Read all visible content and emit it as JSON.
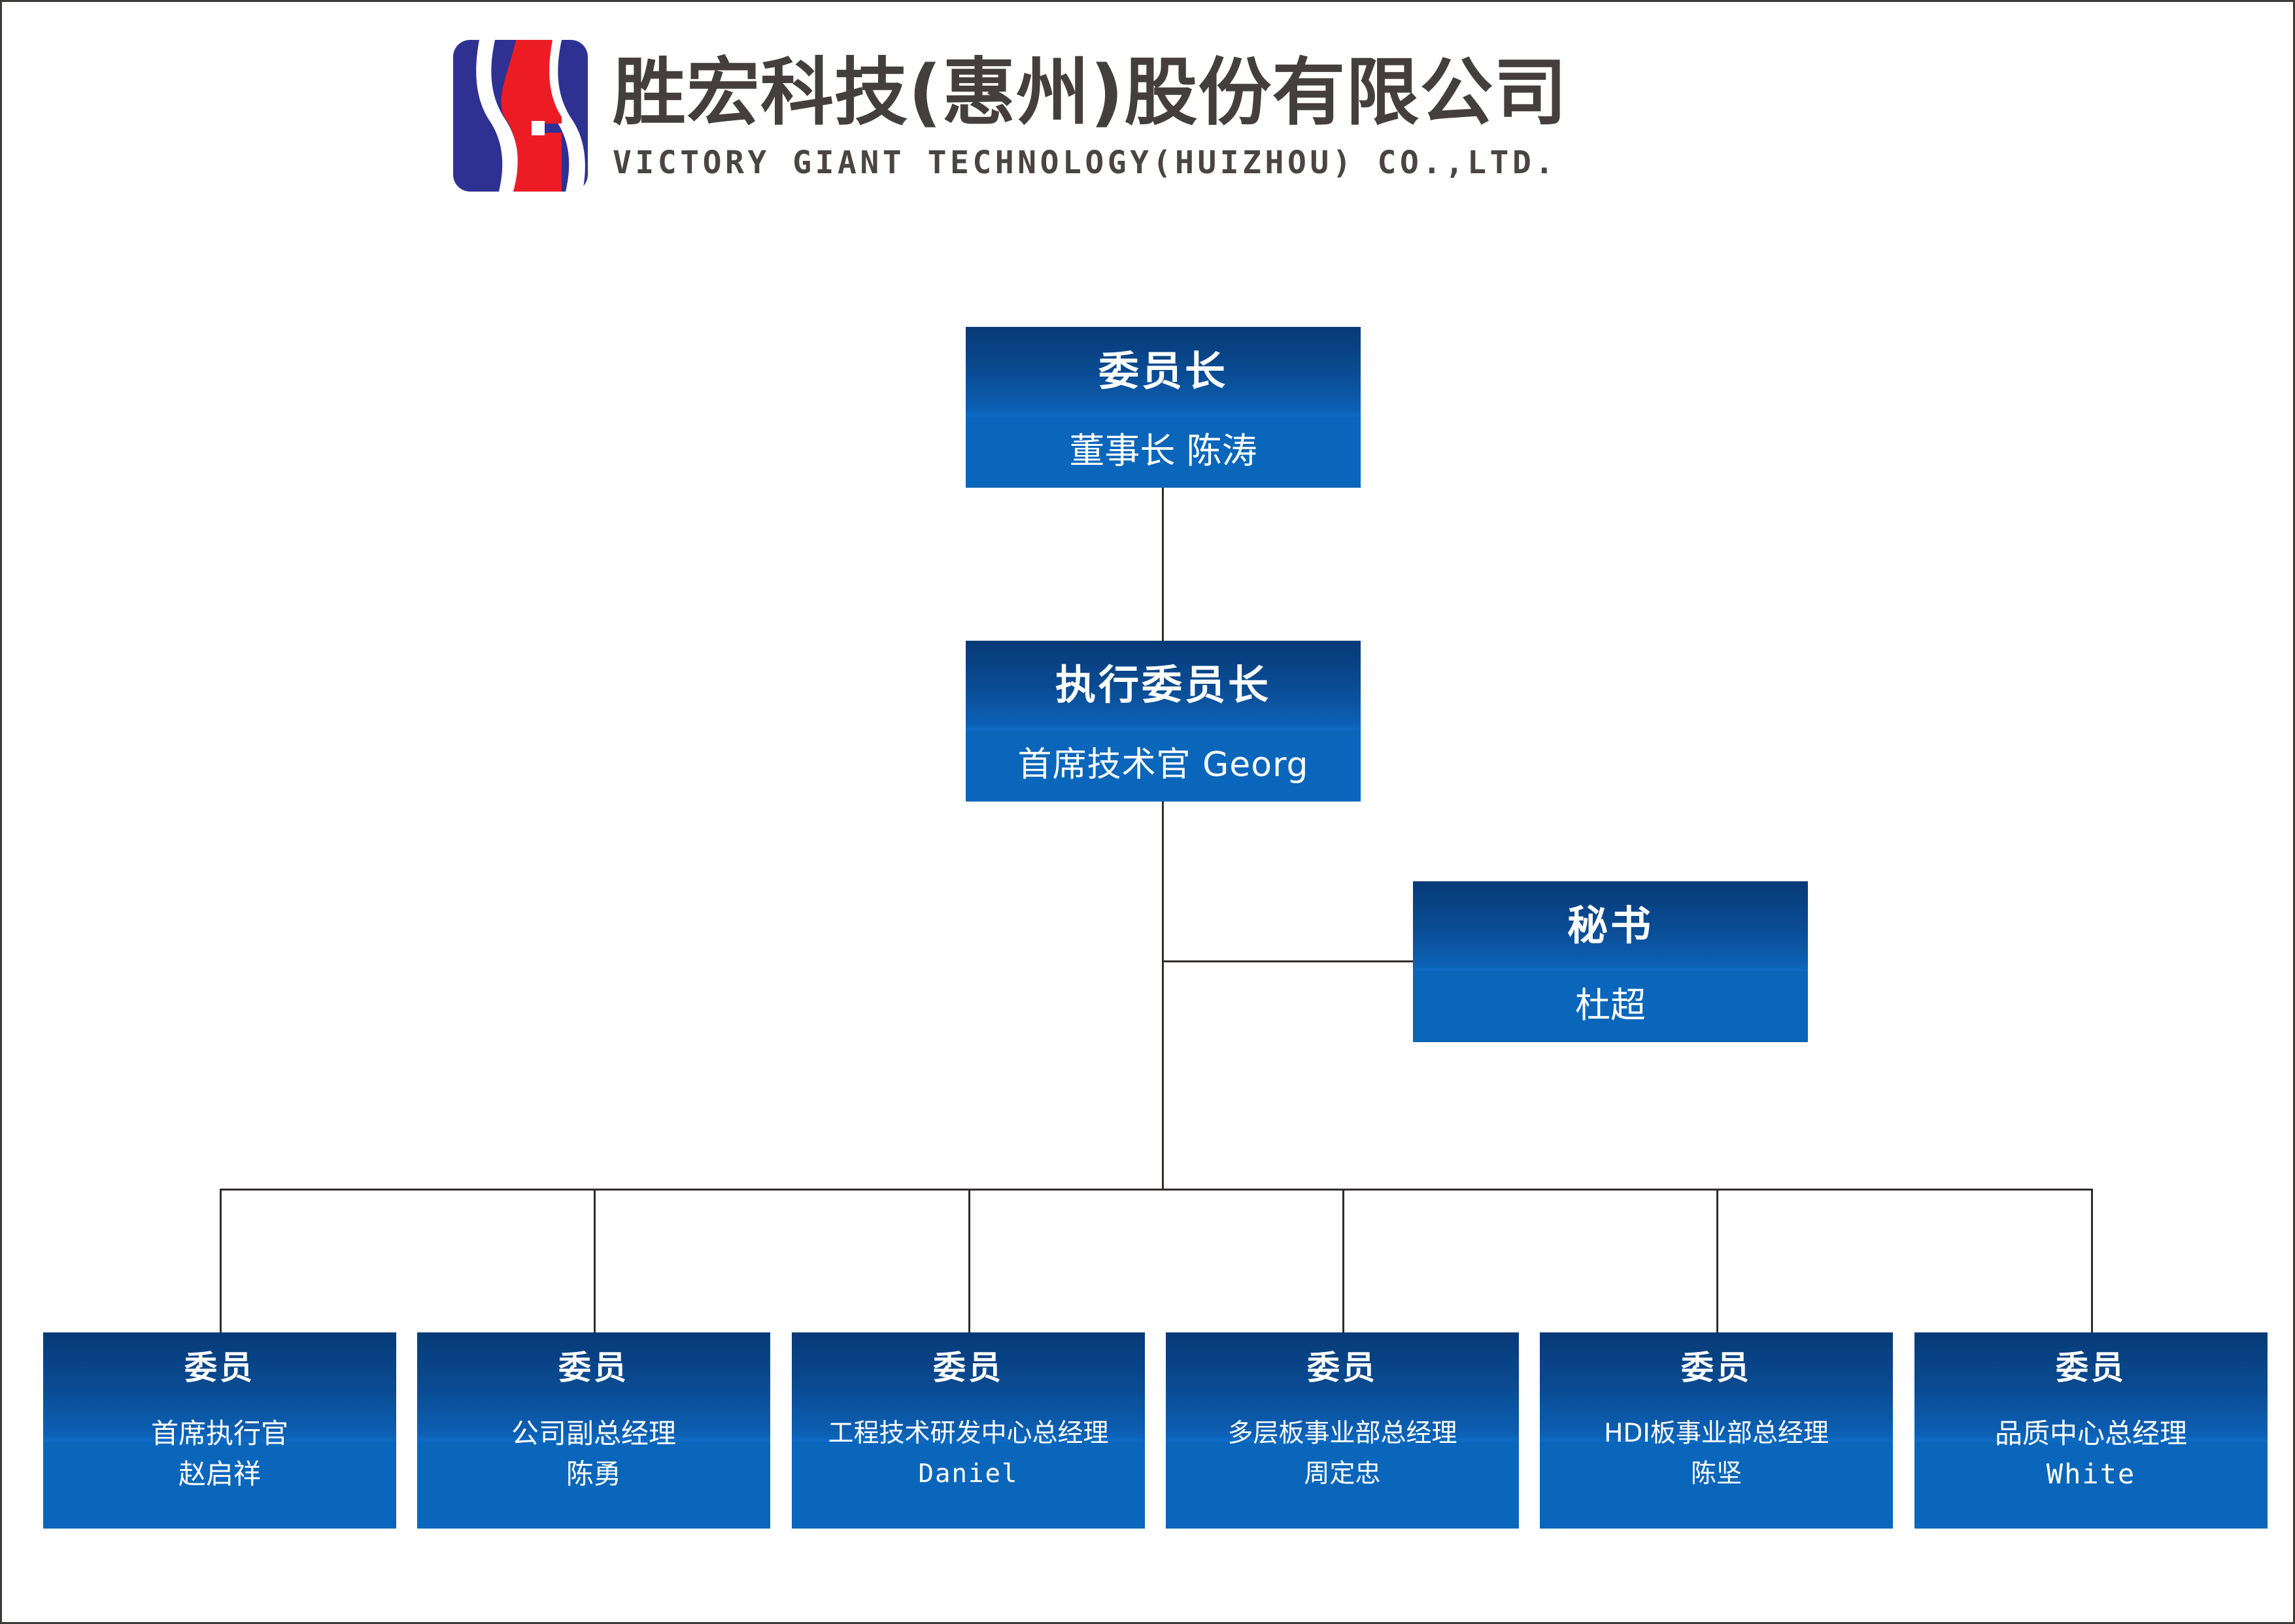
{
  "header": {
    "logo_icon": "victory-giant-s-logo",
    "logo_colors": {
      "blue": "#2e3192",
      "red": "#ed1c24"
    },
    "company_name_cn": "胜宏科技(惠州)股份有限公司",
    "company_name_en": "VICTORY GIANT TECHNOLOGY(HUIZHOU) CO.,LTD."
  },
  "theme": {
    "node_gradient_top": "#073a77",
    "node_gradient_mid": "#0d6cc6",
    "node_flat_bottom": "#0a66ba",
    "node_text": "#ffffff",
    "connector": "#302c2b",
    "page_border": "#3c3a38",
    "background": "#ffffff"
  },
  "chart": {
    "type": "org-chart",
    "chairman": {
      "title": "委员长",
      "subtitle": "董事长 陈涛"
    },
    "executive": {
      "title": "执行委员长",
      "subtitle": "首席技术官 Georg"
    },
    "secretary": {
      "title": "秘书",
      "subtitle": "杜超"
    },
    "members": [
      {
        "title": "委员",
        "role": "首席执行官",
        "name": "赵启祥"
      },
      {
        "title": "委员",
        "role": "公司副总经理",
        "name": "陈勇"
      },
      {
        "title": "委员",
        "role": "工程技术研发中心总经理",
        "name": "Daniel"
      },
      {
        "title": "委员",
        "role": "多层板事业部总经理",
        "name": "周定忠"
      },
      {
        "title": "委员",
        "role": "HDI板事业部总经理",
        "name": "陈坚"
      },
      {
        "title": "委员",
        "role": "品质中心总经理",
        "name": "White"
      }
    ]
  }
}
